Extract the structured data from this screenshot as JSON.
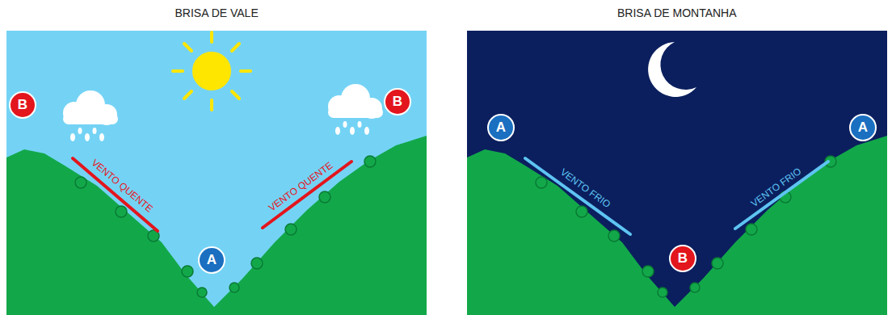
{
  "diagram": {
    "nodes": [
      {
        "text": [
          "B"
        ]
      },
      {
        "text": [
          "B"
        ]
      },
      {
        "text": [
          "A"
        ]
      },
      {
        "text": [
          "A"
        ]
      },
      {
        "text": [
          "A"
        ]
      },
      {
        "text": [
          "B"
        ]
      }
    ],
    "labels": [
      "BRISA DE VALE",
      "BRISA DE MONTANHA",
      "VENTO QUENTE",
      "VENTO QUENTE",
      "VENTO FRIO",
      "VENTO FRIO"
    ]
  }
}
